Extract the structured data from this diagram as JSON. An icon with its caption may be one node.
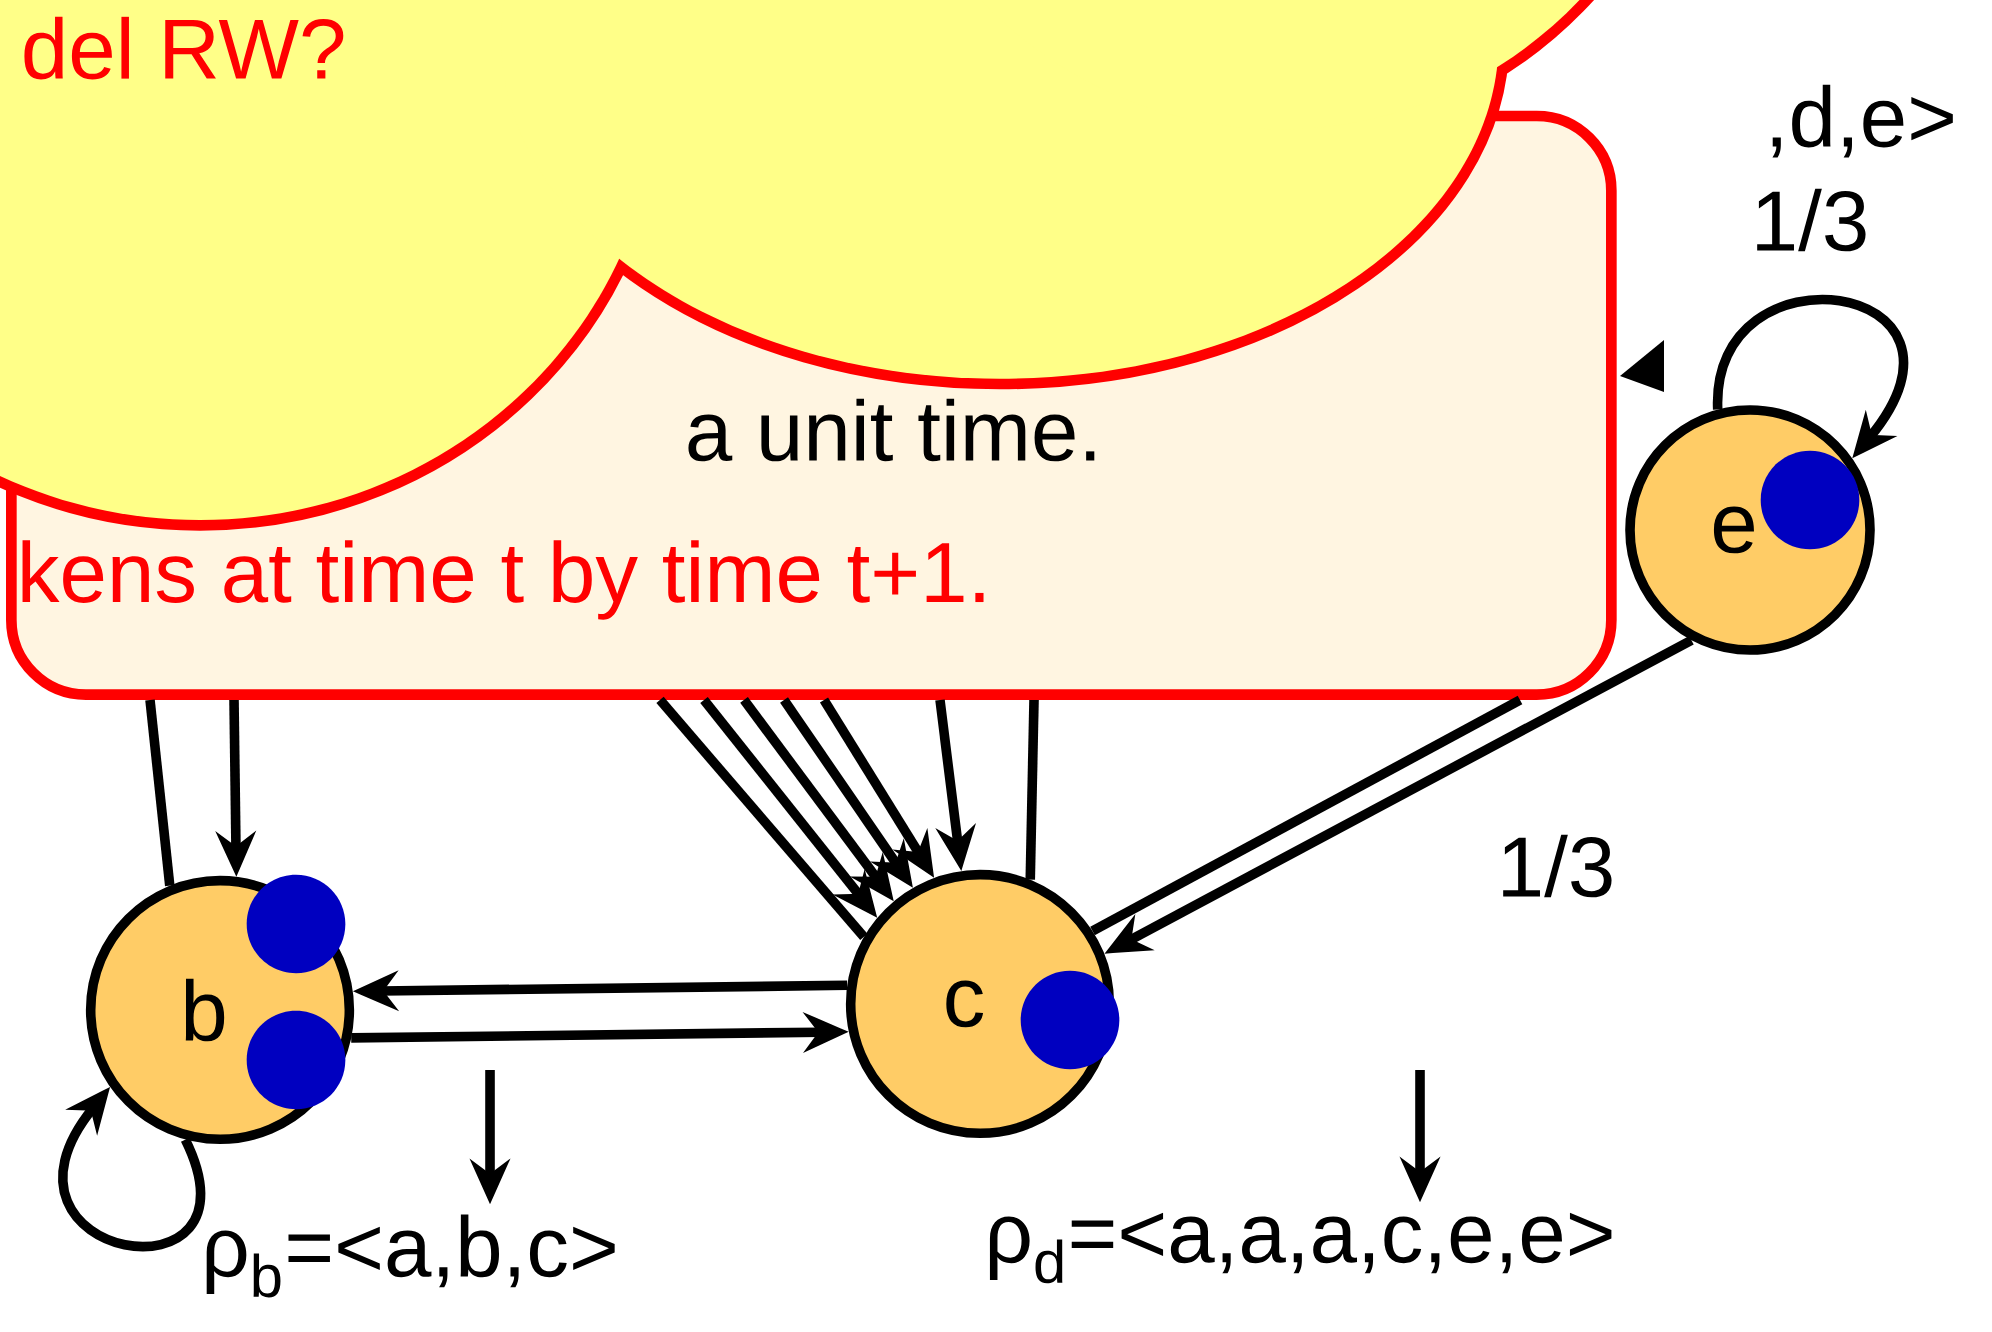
{
  "diagram": {
    "nodes": [
      {
        "text": [
          "a unit time.",
          "kens at time t by time t+1."
        ]
      },
      {
        "text": [
          "del RW?"
        ]
      },
      {
        "text": [
          "b"
        ]
      },
      {
        "text": [
          "c"
        ]
      },
      {
        "text": [
          "e"
        ]
      },
      {
        "text": [
          "ρ$_{b}$=<a,b,c>"
        ]
      },
      {
        "text": [
          "ρ$_{d}$=<a,a,a,c,e,e>"
        ]
      }
    ],
    "edges": [
      {
        "from": 0,
        "to": 2,
        "arrow": "to"
      },
      {
        "from": 0,
        "to": 2,
        "arrow": "none"
      },
      {
        "from": 2,
        "to": 3,
        "arrow": "to"
      },
      {
        "from": 3,
        "to": 2,
        "arrow": "to"
      },
      {
        "from": 2,
        "to": 2,
        "arrow": "to"
      },
      {
        "from": 0,
        "to": 3,
        "arrow": "none"
      },
      {
        "from": 0,
        "to": 3,
        "arrow": "to"
      },
      {
        "from": 0,
        "to": 3,
        "arrow": "to"
      },
      {
        "from": 0,
        "to": 3,
        "arrow": "to"
      },
      {
        "from": 0,
        "to": 3,
        "arrow": "to"
      },
      {
        "from": 0,
        "to": 3,
        "arrow": "to"
      },
      {
        "from": 0,
        "to": 3,
        "arrow": "none"
      },
      {
        "from": 0,
        "to": 3,
        "arrow": "none"
      },
      {
        "from": 4,
        "to": 3,
        "arrow": "to",
        "label": "1/3"
      },
      {
        "from": 4,
        "to": 4,
        "arrow": "to",
        "label": "1/3"
      },
      {
        "from": null,
        "to": 5,
        "arrow": "to"
      },
      {
        "from": null,
        "to": 6,
        "arrow": "to"
      }
    ],
    "labels": [
      ",d,e>"
    ]
  }
}
